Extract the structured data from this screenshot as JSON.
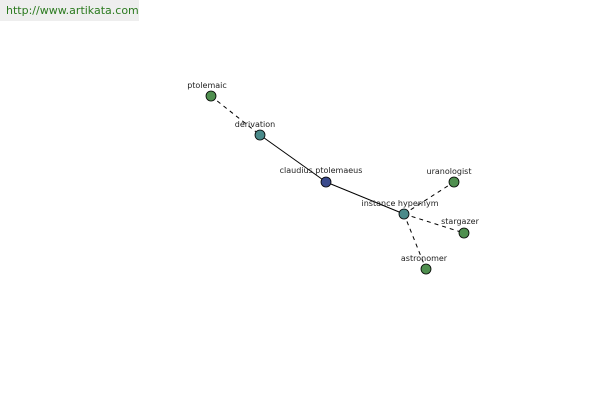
{
  "header": {
    "source_url": "http://www.artikata.com"
  },
  "colors": {
    "center_node": "#3a4a8c",
    "hub_node": "#4a8a8a",
    "leaf_node": "#4f8f4f",
    "edge": "#000000"
  },
  "graph": {
    "nodes": [
      {
        "id": "ptolemaic",
        "label": "ptolemaic",
        "role": "leaf"
      },
      {
        "id": "derivation",
        "label": "derivation",
        "role": "hub"
      },
      {
        "id": "claudius",
        "label": "claudius ptolemaeus",
        "role": "center"
      },
      {
        "id": "instance",
        "label": "instance hypernym",
        "role": "hub"
      },
      {
        "id": "uranologist",
        "label": "uranologist",
        "role": "leaf"
      },
      {
        "id": "stargazer",
        "label": "stargazer",
        "role": "leaf"
      },
      {
        "id": "astronomer",
        "label": "astronomer",
        "role": "leaf"
      }
    ],
    "edges": [
      {
        "from": "ptolemaic",
        "to": "derivation",
        "style": "dashed"
      },
      {
        "from": "derivation",
        "to": "claudius",
        "style": "solid"
      },
      {
        "from": "claudius",
        "to": "instance",
        "style": "solid"
      },
      {
        "from": "instance",
        "to": "uranologist",
        "style": "dashed"
      },
      {
        "from": "instance",
        "to": "stargazer",
        "style": "dashed"
      },
      {
        "from": "instance",
        "to": "astronomer",
        "style": "dashed"
      }
    ]
  }
}
